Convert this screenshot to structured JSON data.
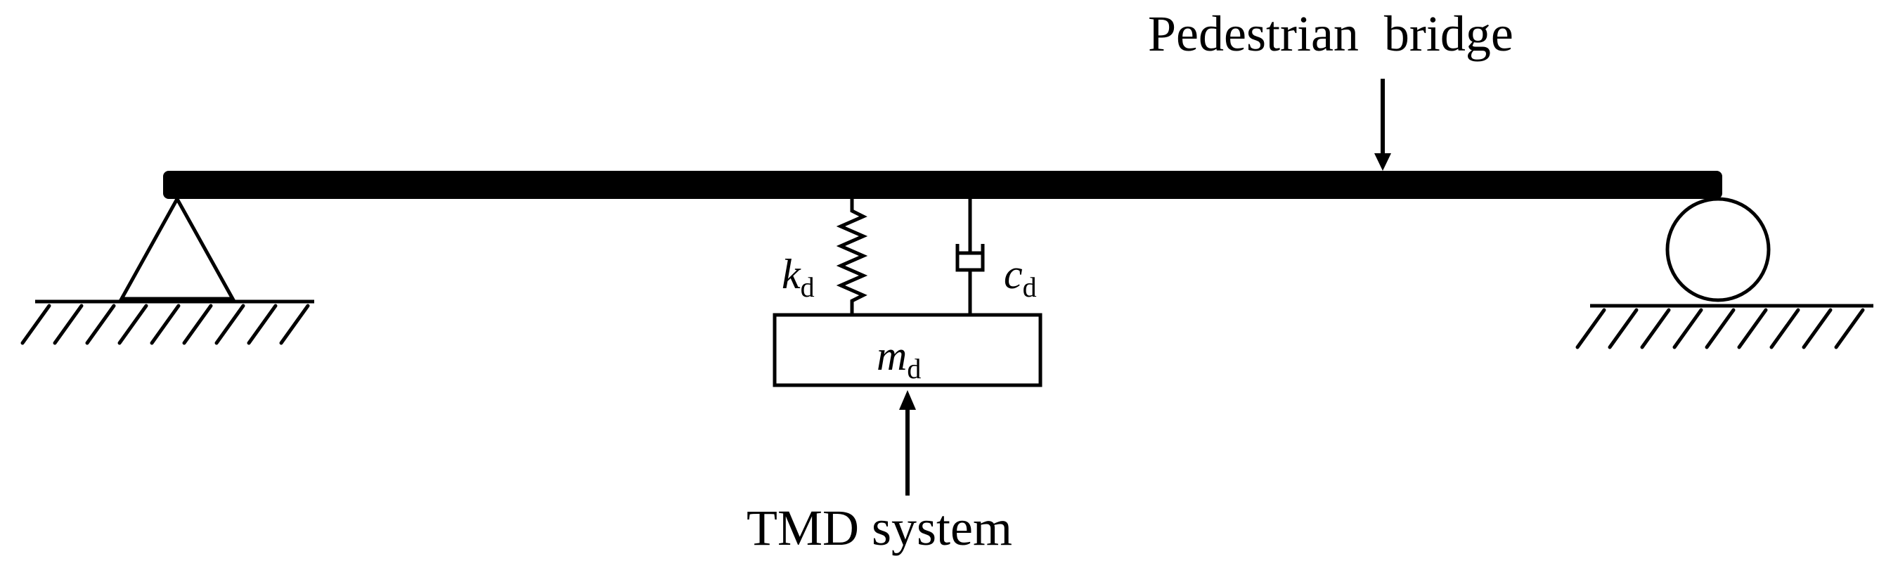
{
  "labels": {
    "bridge": "Pedestrian  bridge",
    "tmd": "TMD system",
    "stiffness": {
      "symbol": "k",
      "subscript": "d"
    },
    "damping": {
      "symbol": "c",
      "subscript": "d"
    },
    "mass": {
      "symbol": "m",
      "subscript": "d"
    }
  },
  "colors": {
    "ink": "#000000",
    "background": "#ffffff"
  }
}
